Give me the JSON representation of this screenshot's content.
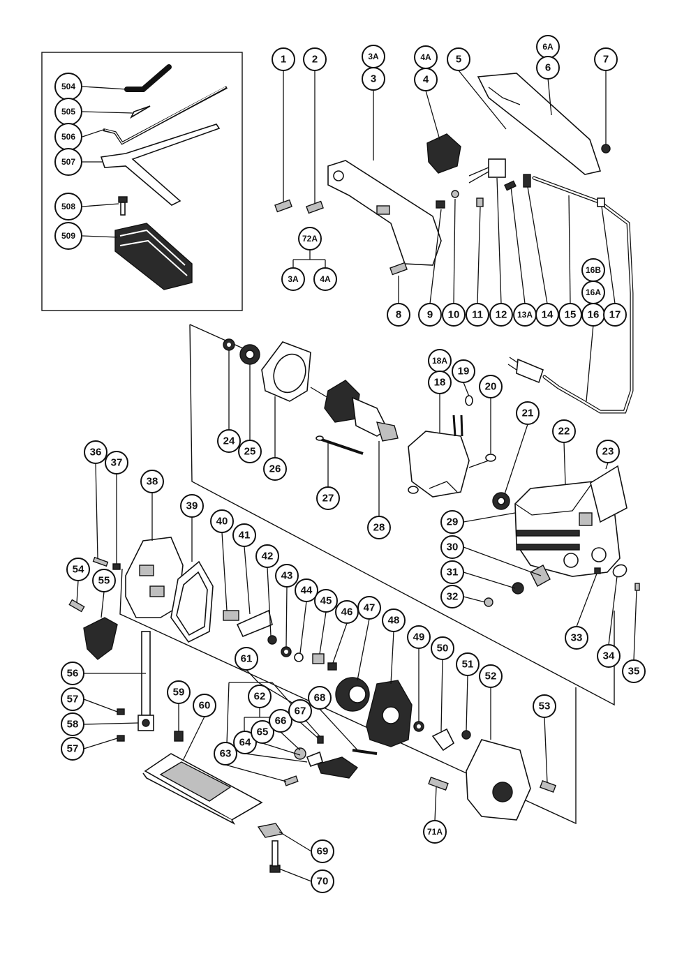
{
  "diagram": {
    "part_numbers": {
      "p1": "1",
      "p2": "2",
      "p3a": "3A",
      "p3": "3",
      "p4a": "4A",
      "p4": "4",
      "p5": "5",
      "p6a": "6A",
      "p6": "6",
      "p7": "7",
      "p8": "8",
      "p9": "9",
      "p10": "10",
      "p11": "11",
      "p12": "12",
      "p13a": "13A",
      "p14": "14",
      "p15": "15",
      "p16b": "16B",
      "p16a": "16A",
      "p16": "16",
      "p17": "17",
      "p18a": "18A",
      "p18": "18",
      "p19": "19",
      "p20": "20",
      "p21": "21",
      "p22": "22",
      "p23": "23",
      "p24": "24",
      "p25": "25",
      "p26": "26",
      "p27": "27",
      "p28": "28",
      "p29": "29",
      "p30": "30",
      "p31": "31",
      "p32": "32",
      "p33": "33",
      "p34": "34",
      "p35": "35",
      "p36": "36",
      "p37": "37",
      "p38": "38",
      "p39": "39",
      "p40": "40",
      "p41": "41",
      "p42": "42",
      "p43": "43",
      "p44": "44",
      "p45": "45",
      "p46": "46",
      "p47": "47",
      "p48": "48",
      "p49": "49",
      "p50": "50",
      "p51": "51",
      "p52": "52",
      "p53": "53",
      "p54": "54",
      "p55": "55",
      "p56": "56",
      "p57a": "57",
      "p57b": "57",
      "p58": "58",
      "p59": "59",
      "p60": "60",
      "p61": "61",
      "p62": "62",
      "p63": "63",
      "p64": "64",
      "p65": "65",
      "p66": "66",
      "p67": "67",
      "p68": "68",
      "p69": "69",
      "p70": "70",
      "p71a": "71A",
      "p72a": "72A",
      "p72a_3a": "3A",
      "p72a_4a": "4A",
      "p504": "504",
      "p505": "505",
      "p506": "506",
      "p507": "507",
      "p508": "508",
      "p509": "509"
    }
  }
}
